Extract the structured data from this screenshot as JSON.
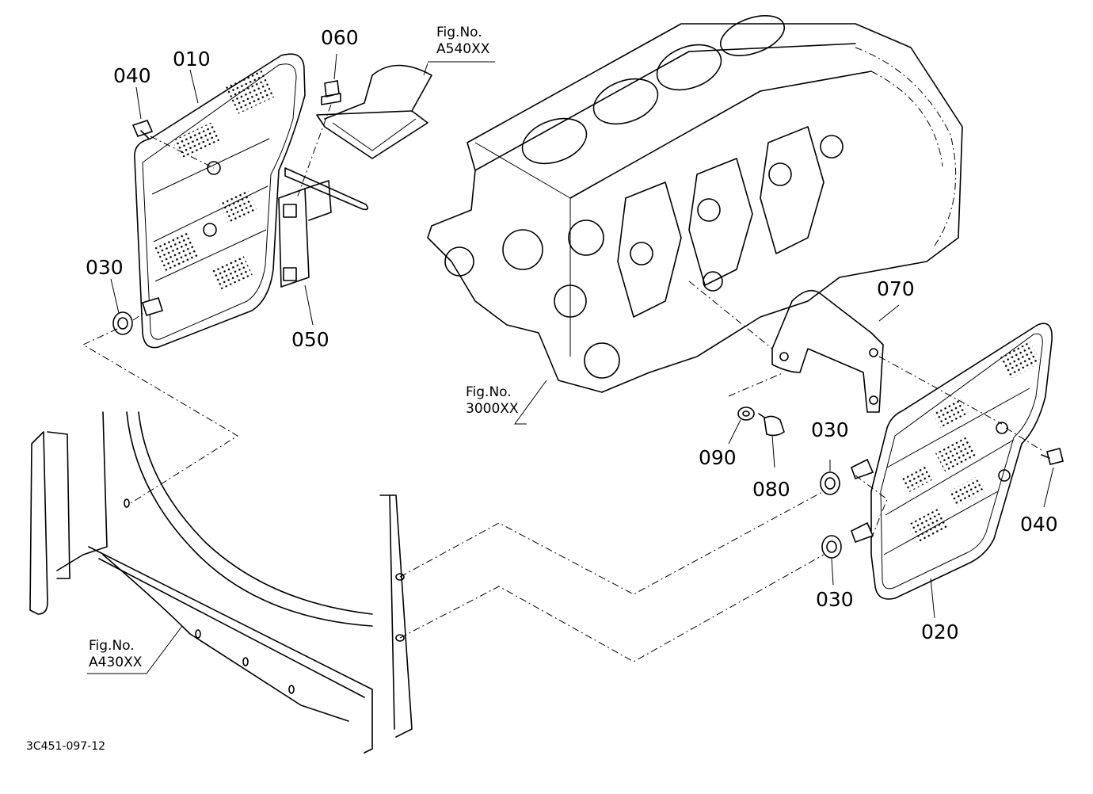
{
  "part_labels": {
    "p010": "010",
    "p020": "020",
    "p030_left": "030",
    "p030_right_upper": "030",
    "p030_right_lower": "030",
    "p040_left": "040",
    "p040_right": "040",
    "p050": "050",
    "p060": "060",
    "p070": "070",
    "p080": "080",
    "p090": "090"
  },
  "figure_refs": {
    "a540": {
      "line1": "Fig.No.",
      "line2": "A540XX"
    },
    "f3000": {
      "line1": "Fig.No.",
      "line2": "3000XX"
    },
    "a430": {
      "line1": "Fig.No.",
      "line2": "A430XX"
    }
  },
  "drawing_code": "3C451-097-12"
}
